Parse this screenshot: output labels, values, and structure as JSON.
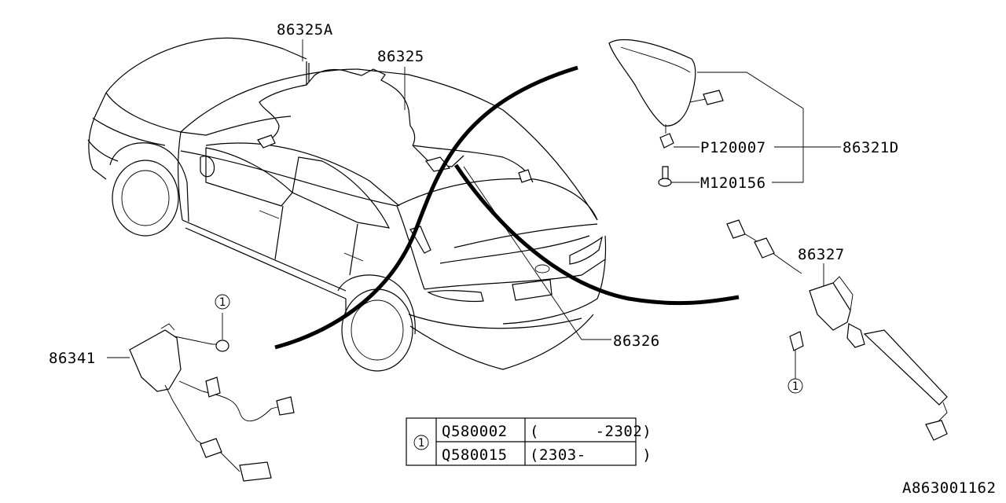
{
  "callouts": {
    "c86325A": "86325A",
    "c86325": "86325",
    "c86321D": "86321D",
    "cP120007": "P120007",
    "cM120156": "M120156",
    "c86327": "86327",
    "c86326": "86326",
    "c86341": "86341"
  },
  "ref_marker": "1",
  "table": {
    "marker": "1",
    "rows": [
      {
        "part": "Q580002",
        "range": "(      -2302)"
      },
      {
        "part": "Q580015",
        "range": "(2303-      )"
      }
    ]
  },
  "diagram_id": "A863001162"
}
